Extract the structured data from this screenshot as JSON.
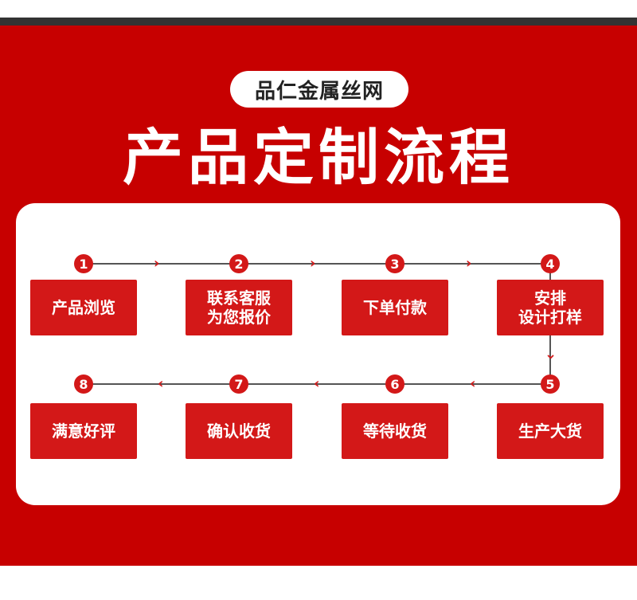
{
  "brand": "品仁金属丝网",
  "title": "产品定制流程",
  "steps": [
    {
      "num": "1",
      "label": "产品浏览"
    },
    {
      "num": "2",
      "label": "联系客服\n为您报价"
    },
    {
      "num": "3",
      "label": "下单付款"
    },
    {
      "num": "4",
      "label": "安排\n设计打样"
    },
    {
      "num": "5",
      "label": "生产大货"
    },
    {
      "num": "6",
      "label": "等待收货"
    },
    {
      "num": "7",
      "label": "确认收货"
    },
    {
      "num": "8",
      "label": "满意好评"
    }
  ],
  "colors": {
    "background_red": "#c70000",
    "step_red": "#d31818",
    "panel": "#ffffff"
  }
}
